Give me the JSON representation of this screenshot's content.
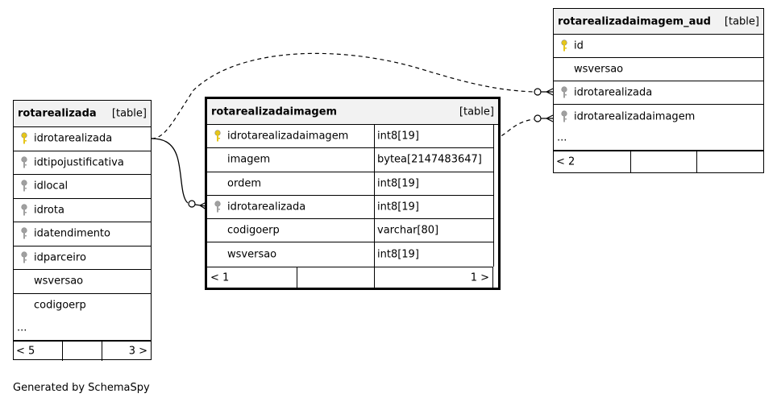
{
  "tables": {
    "rotarealizada": {
      "name": "rotarealizada",
      "kind": "[table]",
      "columns": [
        {
          "name": "idrotarealizada",
          "key": "primary"
        },
        {
          "name": "idtipojustificativa",
          "key": "foreign"
        },
        {
          "name": "idlocal",
          "key": "foreign"
        },
        {
          "name": "idrota",
          "key": "foreign"
        },
        {
          "name": "idatendimento",
          "key": "foreign"
        },
        {
          "name": "idparceiro",
          "key": "foreign"
        },
        {
          "name": "wsversao",
          "key": "none"
        },
        {
          "name": "codigoerp",
          "key": "none"
        }
      ],
      "ellipsis": "...",
      "footer": {
        "left": "< 5",
        "right": "3 >"
      }
    },
    "rotarealizadaimagem": {
      "name": "rotarealizadaimagem",
      "kind": "[table]",
      "columns": [
        {
          "name": "idrotarealizadaimagem",
          "type": "int8[19]",
          "key": "primary"
        },
        {
          "name": "imagem",
          "type": "bytea[2147483647]",
          "key": "none"
        },
        {
          "name": "ordem",
          "type": "int8[19]",
          "key": "none"
        },
        {
          "name": "idrotarealizada",
          "type": "int8[19]",
          "key": "foreign"
        },
        {
          "name": "codigoerp",
          "type": "varchar[80]",
          "key": "none"
        },
        {
          "name": "wsversao",
          "type": "int8[19]",
          "key": "none"
        }
      ],
      "footer": {
        "left": "< 1",
        "right": "1 >"
      }
    },
    "rotarealizadaimagem_aud": {
      "name": "rotarealizadaimagem_aud",
      "kind": "[table]",
      "columns": [
        {
          "name": "id",
          "key": "primary"
        },
        {
          "name": "wsversao",
          "key": "none"
        },
        {
          "name": "idrotarealizada",
          "key": "foreign"
        },
        {
          "name": "idrotarealizadaimagem",
          "key": "foreign"
        }
      ],
      "ellipsis": "...",
      "footer": {
        "left": "< 2"
      }
    }
  },
  "colors": {
    "primary_key": "#e6c619",
    "foreign_key": "#a0a0a0",
    "header_bg": "#f2f2f2"
  },
  "generated_by": "Generated by SchemaSpy"
}
